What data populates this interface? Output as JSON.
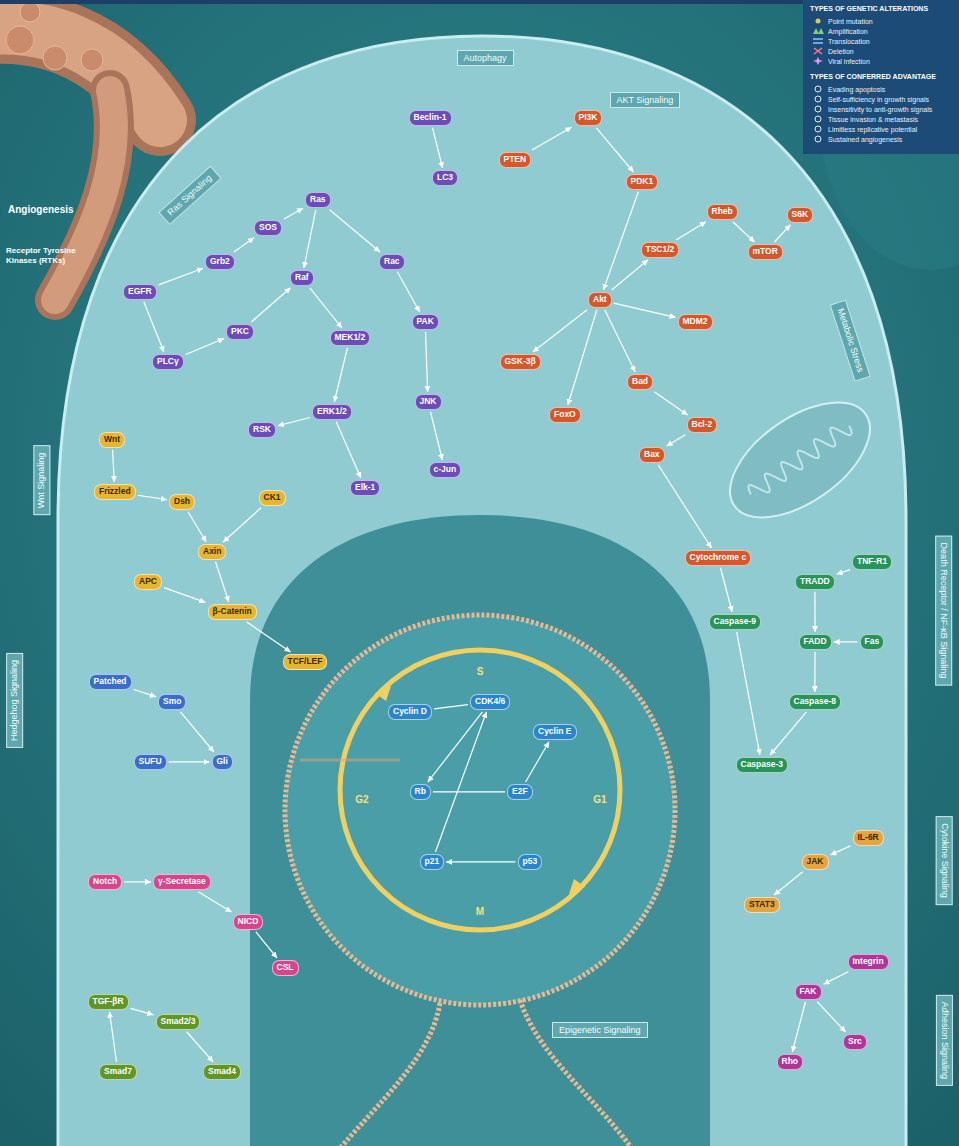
{
  "diagram": {
    "nodes": [
      {
        "text": [
          "Autophagy"
        ]
      },
      {
        "text": [
          "Ras Signaling"
        ]
      },
      {
        "text": [
          "AKT Signaling"
        ]
      },
      {
        "text": [
          "Metabolic Stress"
        ]
      },
      {
        "text": [
          "Wnt Signaling"
        ]
      },
      {
        "text": [
          "Hedgehog Signaling"
        ]
      },
      {
        "text": [
          "Death Receptor / NF-κB Signaling"
        ]
      },
      {
        "text": [
          "Cytokine Signaling"
        ]
      },
      {
        "text": [
          "Adhesion Signaling"
        ]
      },
      {
        "text": [
          "Epigenetic Signaling"
        ]
      },
      {
        "text": [
          "EGFR"
        ]
      },
      {
        "text": [
          "Grb2"
        ]
      },
      {
        "text": [
          "SOS"
        ]
      },
      {
        "text": [
          "Ras"
        ]
      },
      {
        "text": [
          "Raf"
        ]
      },
      {
        "text": [
          "MEK1/2"
        ]
      },
      {
        "text": [
          "ERK1/2"
        ]
      },
      {
        "text": [
          "RSK"
        ]
      },
      {
        "text": [
          "Elk-1"
        ]
      },
      {
        "text": [
          "PLCγ"
        ]
      },
      {
        "text": [
          "PKC"
        ]
      },
      {
        "text": [
          "Rac"
        ]
      },
      {
        "text": [
          "PAK"
        ]
      },
      {
        "text": [
          "JNK"
        ]
      },
      {
        "text": [
          "c-Jun"
        ]
      },
      {
        "text": [
          "Beclin-1"
        ]
      },
      {
        "text": [
          "LC3"
        ]
      },
      {
        "text": [
          "PI3K"
        ]
      },
      {
        "text": [
          "PTEN"
        ]
      },
      {
        "text": [
          "PDK1"
        ]
      },
      {
        "text": [
          "Akt"
        ]
      },
      {
        "text": [
          "TSC1/2"
        ]
      },
      {
        "text": [
          "Rheb"
        ]
      },
      {
        "text": [
          "mTOR"
        ]
      },
      {
        "text": [
          "S6K"
        ]
      },
      {
        "text": [
          "GSK-3β"
        ]
      },
      {
        "text": [
          "FoxO"
        ]
      },
      {
        "text": [
          "Bad"
        ]
      },
      {
        "text": [
          "MDM2"
        ]
      },
      {
        "text": [
          "Bcl-2"
        ]
      },
      {
        "text": [
          "Bax"
        ]
      },
      {
        "text": [
          "Cytochrome c"
        ]
      },
      {
        "text": [
          "Caspase-9"
        ]
      },
      {
        "text": [
          "TNF-R1"
        ]
      },
      {
        "text": [
          "TRADD"
        ]
      },
      {
        "text": [
          "Fas"
        ]
      },
      {
        "text": [
          "FADD"
        ]
      },
      {
        "text": [
          "Caspase-8"
        ]
      },
      {
        "text": [
          "Caspase-3"
        ]
      },
      {
        "text": [
          "IL-6R"
        ]
      },
      {
        "text": [
          "JAK"
        ]
      },
      {
        "text": [
          "STAT3"
        ]
      },
      {
        "text": [
          "Integrin"
        ]
      },
      {
        "text": [
          "FAK"
        ]
      },
      {
        "text": [
          "Src"
        ]
      },
      {
        "text": [
          "Rho"
        ]
      },
      {
        "text": [
          "Wnt"
        ]
      },
      {
        "text": [
          "Frizzled"
        ]
      },
      {
        "text": [
          "Dsh"
        ]
      },
      {
        "text": [
          "CK1"
        ]
      },
      {
        "text": [
          "Axin"
        ]
      },
      {
        "text": [
          "APC"
        ]
      },
      {
        "text": [
          "β-Catenin"
        ]
      },
      {
        "text": [
          "TCF/LEF"
        ]
      },
      {
        "text": [
          "Patched"
        ]
      },
      {
        "text": [
          "Smo"
        ]
      },
      {
        "text": [
          "SUFU"
        ]
      },
      {
        "text": [
          "Gli"
        ]
      },
      {
        "text": [
          "Notch"
        ]
      },
      {
        "text": [
          "γ-Secretase"
        ]
      },
      {
        "text": [
          "NICD"
        ]
      },
      {
        "text": [
          "CSL"
        ]
      },
      {
        "text": [
          "TGF-βR"
        ]
      },
      {
        "text": [
          "Smad2/3"
        ]
      },
      {
        "text": [
          "Smad4"
        ]
      },
      {
        "text": [
          "Smad7"
        ]
      },
      {
        "text": [
          "Cyclin D"
        ]
      },
      {
        "text": [
          "CDK4/6"
        ]
      },
      {
        "text": [
          "Cyclin E"
        ]
      },
      {
        "text": [
          "Rb"
        ]
      },
      {
        "text": [
          "E2F"
        ]
      },
      {
        "text": [
          "p21"
        ]
      },
      {
        "text": [
          "p53"
        ]
      }
    ],
    "edges": [
      {
        "from": 10,
        "to": 11,
        "arrow": "to"
      },
      {
        "from": 11,
        "to": 12,
        "arrow": "to"
      },
      {
        "from": 12,
        "to": 13,
        "arrow": "to"
      },
      {
        "from": 13,
        "to": 14,
        "arrow": "to"
      },
      {
        "from": 14,
        "to": 15,
        "arrow": "to"
      },
      {
        "from": 15,
        "to": 16,
        "arrow": "to"
      },
      {
        "from": 16,
        "to": 17,
        "arrow": "to"
      },
      {
        "from": 16,
        "to": 18,
        "arrow": "to"
      },
      {
        "from": 10,
        "to": 19,
        "arrow": "to"
      },
      {
        "from": 19,
        "to": 20,
        "arrow": "to"
      },
      {
        "from": 20,
        "to": 14,
        "arrow": "to"
      },
      {
        "from": 13,
        "to": 21,
        "arrow": "to"
      },
      {
        "from": 21,
        "to": 22,
        "arrow": "to"
      },
      {
        "from": 22,
        "to": 23,
        "arrow": "to"
      },
      {
        "from": 23,
        "to": 24,
        "arrow": "to"
      },
      {
        "from": 25,
        "to": 26,
        "arrow": "to"
      },
      {
        "from": 28,
        "to": 27,
        "arrow": "to"
      },
      {
        "from": 27,
        "to": 29,
        "arrow": "to"
      },
      {
        "from": 29,
        "to": 30,
        "arrow": "to"
      },
      {
        "from": 30,
        "to": 31,
        "arrow": "to"
      },
      {
        "from": 31,
        "to": 32,
        "arrow": "to"
      },
      {
        "from": 32,
        "to": 33,
        "arrow": "to"
      },
      {
        "from": 33,
        "to": 34,
        "arrow": "to"
      },
      {
        "from": 30,
        "to": 35,
        "arrow": "to"
      },
      {
        "from": 30,
        "to": 36,
        "arrow": "to"
      },
      {
        "from": 30,
        "to": 37,
        "arrow": "to"
      },
      {
        "from": 30,
        "to": 38,
        "arrow": "to"
      },
      {
        "from": 37,
        "to": 39,
        "arrow": "to"
      },
      {
        "from": 39,
        "to": 40,
        "arrow": "to"
      },
      {
        "from": 40,
        "to": 41,
        "arrow": "to"
      },
      {
        "from": 41,
        "to": 42,
        "arrow": "to"
      },
      {
        "from": 42,
        "to": 48,
        "arrow": "to"
      },
      {
        "from": 43,
        "to": 44,
        "arrow": "to"
      },
      {
        "from": 44,
        "to": 46,
        "arrow": "to"
      },
      {
        "from": 45,
        "to": 46,
        "arrow": "to"
      },
      {
        "from": 46,
        "to": 47,
        "arrow": "to"
      },
      {
        "from": 47,
        "to": 48,
        "arrow": "to"
      },
      {
        "from": 49,
        "to": 50,
        "arrow": "to"
      },
      {
        "from": 50,
        "to": 51,
        "arrow": "to"
      },
      {
        "from": 52,
        "to": 53,
        "arrow": "to"
      },
      {
        "from": 53,
        "to": 54,
        "arrow": "to"
      },
      {
        "from": 53,
        "to": 55,
        "arrow": "to"
      },
      {
        "from": 56,
        "to": 57,
        "arrow": "to"
      },
      {
        "from": 57,
        "to": 58,
        "arrow": "to"
      },
      {
        "from": 58,
        "to": 60,
        "arrow": "to"
      },
      {
        "from": 59,
        "to": 60,
        "arrow": "to"
      },
      {
        "from": 60,
        "to": 62,
        "arrow": "to"
      },
      {
        "from": 61,
        "to": 62,
        "arrow": "to"
      },
      {
        "from": 62,
        "to": 63,
        "arrow": "to"
      },
      {
        "from": 64,
        "to": 65,
        "arrow": "to"
      },
      {
        "from": 65,
        "to": 67,
        "arrow": "to"
      },
      {
        "from": 66,
        "to": 67,
        "arrow": "to"
      },
      {
        "from": 68,
        "to": 69,
        "arrow": "to"
      },
      {
        "from": 69,
        "to": 70,
        "arrow": "to"
      },
      {
        "from": 70,
        "to": 71,
        "arrow": "to"
      },
      {
        "from": 72,
        "to": 73,
        "arrow": "to"
      },
      {
        "from": 73,
        "to": 74,
        "arrow": "to"
      },
      {
        "from": 75,
        "to": 72,
        "arrow": "to"
      },
      {
        "from": 76,
        "to": 77,
        "arrow": "none"
      },
      {
        "from": 77,
        "to": 79,
        "arrow": "to"
      },
      {
        "from": 79,
        "to": 80,
        "arrow": "none"
      },
      {
        "from": 80,
        "to": 78,
        "arrow": "to"
      },
      {
        "from": 82,
        "to": 81,
        "arrow": "to"
      },
      {
        "from": 81,
        "to": 77,
        "arrow": "to"
      }
    ],
    "labels": [
      "TYPES OF GENETIC ALTERATIONS",
      "TYPES OF CONFERRED ADVANTAGE",
      "Angiogenesis",
      "Receptor Tyrosine Kinases (RTKs)",
      "G1",
      "S",
      "G2",
      "M"
    ],
    "legend": [
      {
        "text": "Point mutation"
      },
      {
        "text": "Amplification"
      },
      {
        "text": "Translocation"
      },
      {
        "text": "Deletion"
      },
      {
        "text": "Viral infection"
      },
      {
        "text": "Evading apoptosis"
      },
      {
        "text": "Self-sufficiency in growth signals"
      },
      {
        "text": "Insensitivity to anti-growth signals"
      },
      {
        "text": "Tissue invasion & metastasis"
      },
      {
        "text": "Limitless replicative potential"
      },
      {
        "text": "Sustained angiogenesis"
      }
    ]
  }
}
